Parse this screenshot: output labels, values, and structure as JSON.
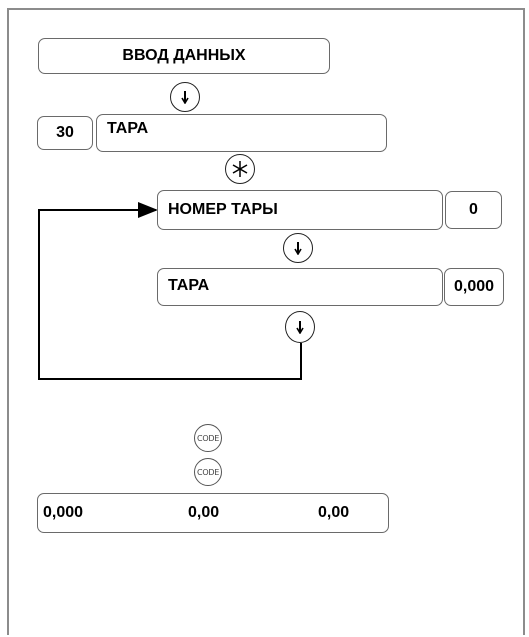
{
  "nodes": {
    "data_entry": "ВВОД ДАННЫХ",
    "code_30": "30",
    "tara_title": "ТАРА",
    "tare_number_label": "НОМЕР ТАРЫ",
    "tare_number_value": "0",
    "tare_label": "ТАРА",
    "tare_value": "0,000"
  },
  "display": {
    "weight": "0,000",
    "price": "0,00",
    "total": "0,00"
  },
  "keys": {
    "code_key_1": "CODE",
    "code_key_2": "CODE"
  },
  "icons": {
    "down_arrow": "down-arrow-key-icon",
    "asterisk": "asterisk-key-icon"
  }
}
